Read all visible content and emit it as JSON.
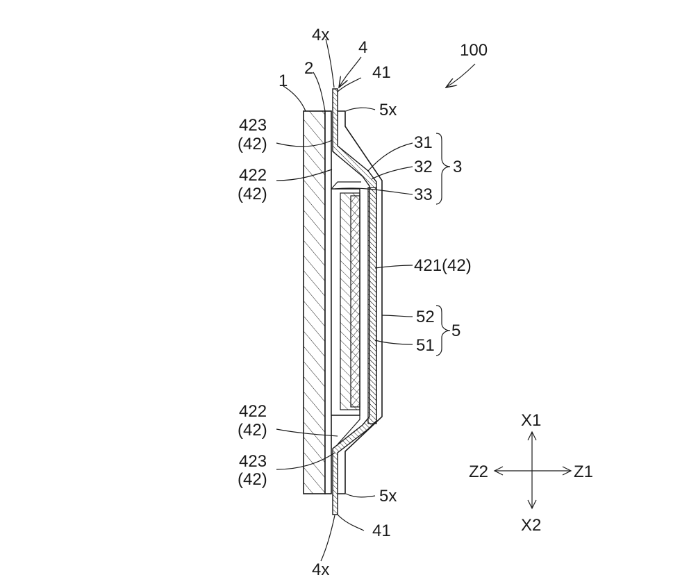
{
  "labels": {
    "ref_100": "100",
    "ref_1": "1",
    "ref_2": "2",
    "ref_4": "4",
    "ref_4x_top": "4x",
    "ref_4x_bottom": "4x",
    "ref_41_top": "41",
    "ref_41_bottom": "41",
    "ref_5x_top": "5x",
    "ref_5x_bottom": "5x",
    "ref_423_top": "423",
    "ref_423_top_paren": "(42)",
    "ref_422_top": "422",
    "ref_422_top_paren": "(42)",
    "ref_422_bottom": "422",
    "ref_422_bottom_paren": "(42)",
    "ref_423_bottom": "423",
    "ref_423_bottom_paren": "(42)",
    "ref_31": "31",
    "ref_32": "32",
    "ref_33": "33",
    "ref_3": "3",
    "ref_421": "421(42)",
    "ref_52": "52",
    "ref_51": "51",
    "ref_5": "5"
  },
  "axes": {
    "x1": "X1",
    "x2": "X2",
    "z1": "Z1",
    "z2": "Z2"
  }
}
